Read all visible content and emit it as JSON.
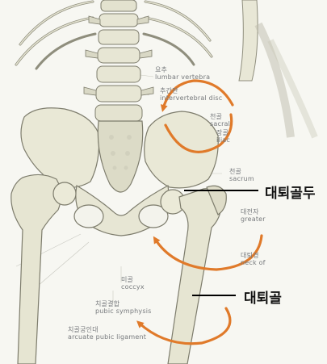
{
  "labels": {
    "lumbar": {
      "ko": "요추",
      "en": "lumbar vertebra"
    },
    "disc": {
      "ko": "추간판",
      "en": "intervertebral disc"
    },
    "sacral": {
      "ko": "천골",
      "en": "sacral"
    },
    "iliac": {
      "ko": "장골",
      "en": "iliac"
    },
    "sacrum": {
      "ko": "천골",
      "en": "sacrum"
    },
    "greater": {
      "ko": "대전자",
      "en": "greater"
    },
    "neck": {
      "ko": "대퇴경",
      "en": "neck of"
    },
    "coccyx": {
      "ko": "미골",
      "en": "coccyx"
    },
    "pubic_symphysis": {
      "ko": "치골결합",
      "en": "pubic symphysis"
    },
    "arcuate": {
      "ko": "치골궁인대",
      "en": "arcuate pubic ligament"
    }
  },
  "callouts": {
    "femoral_head": "대퇴골두",
    "femur": "대퇴골"
  },
  "colors": {
    "arrow": "#e07a2a",
    "bone_fill": "#e7e6d4",
    "bone_stroke": "#7d7c6c",
    "annotation_text": "#777a7d",
    "leader_line": "#000000"
  }
}
